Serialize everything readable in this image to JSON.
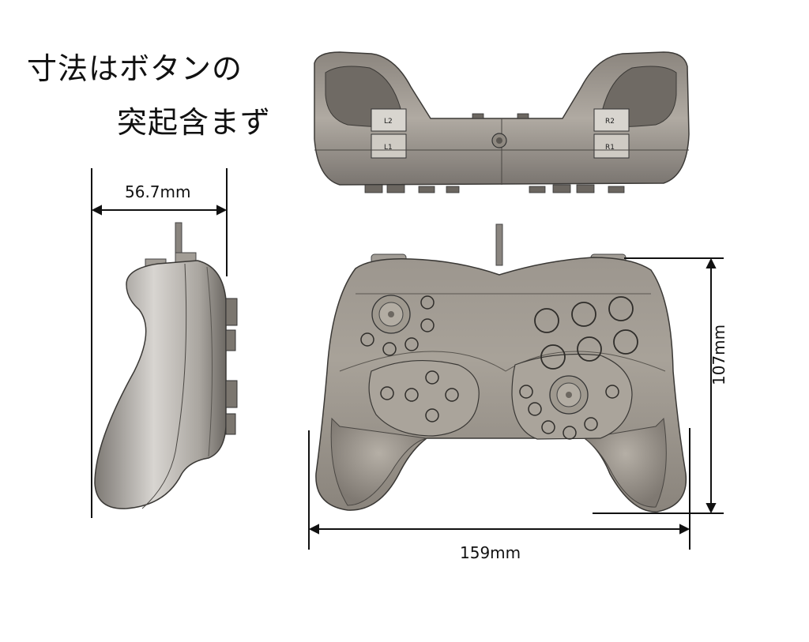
{
  "notes": {
    "line1": "寸法はボタンの",
    "line2": "突起含まず"
  },
  "dimensions": {
    "side_depth": "56.7mm",
    "total_width": "159mm",
    "total_height": "107mm"
  },
  "top_view": {
    "left_upper_label": "L2",
    "left_lower_label": "L1",
    "right_upper_label": "R2",
    "right_lower_label": "R1"
  }
}
